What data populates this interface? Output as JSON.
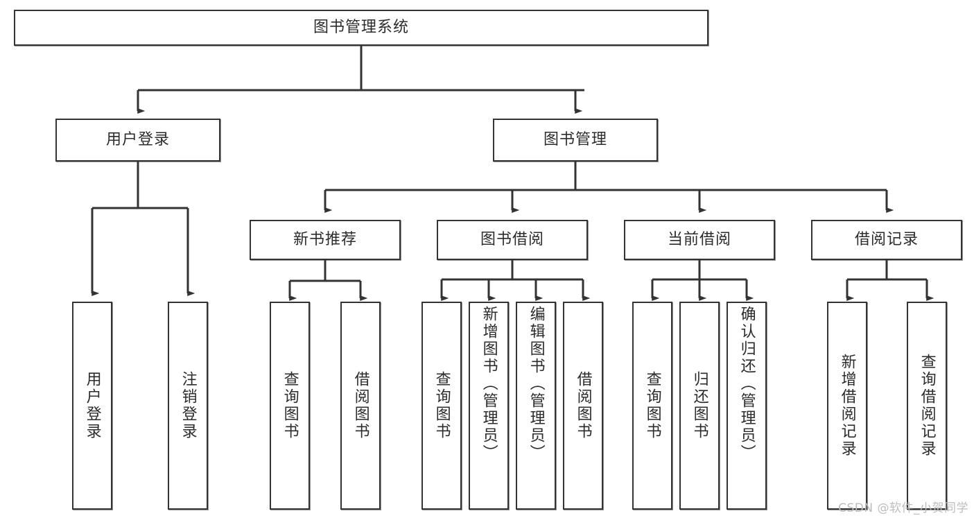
{
  "diagram": {
    "title": "图书管理系统",
    "type": "tree-hierarchy",
    "colors": {
      "box_border": "#333333",
      "box_fill": "#ffffff",
      "edge": "#333333",
      "text": "#2b2b2b",
      "watermark": "#bdbdbd",
      "background": "#ffffff"
    },
    "root": {
      "label": "图书管理系统"
    },
    "level2": [
      {
        "id": "user-login",
        "label": "用户登录"
      },
      {
        "id": "book-management",
        "label": "图书管理"
      }
    ],
    "level3": [
      {
        "id": "new-book-recommend",
        "label": "新书推荐",
        "parent": "book-management"
      },
      {
        "id": "book-borrow",
        "label": "图书借阅",
        "parent": "book-management"
      },
      {
        "id": "current-borrow",
        "label": "当前借阅",
        "parent": "book-management"
      },
      {
        "id": "borrow-record",
        "label": "借阅记录",
        "parent": "book-management"
      }
    ],
    "leaves": {
      "user-login": [
        {
          "id": "leaf-user-login",
          "label": "用户登录"
        },
        {
          "id": "leaf-user-logout",
          "label": "注销登录"
        }
      ],
      "new-book-recommend": [
        {
          "id": "leaf-query-book-1",
          "label": "查询图书"
        },
        {
          "id": "leaf-borrow-book-1",
          "label": "借阅图书"
        }
      ],
      "book-borrow": [
        {
          "id": "leaf-query-book-2",
          "label": "查询图书"
        },
        {
          "id": "leaf-add-book-admin",
          "label": "新增图书（管理员）"
        },
        {
          "id": "leaf-edit-book-admin",
          "label": "编辑图书（管理员）"
        },
        {
          "id": "leaf-borrow-book-2",
          "label": "借阅图书"
        }
      ],
      "current-borrow": [
        {
          "id": "leaf-query-book-3",
          "label": "查询图书"
        },
        {
          "id": "leaf-return-book",
          "label": "归还图书"
        },
        {
          "id": "leaf-confirm-return-admin",
          "label": "确认归还（管理员）"
        }
      ],
      "borrow-record": [
        {
          "id": "leaf-add-borrow-record",
          "label": "新增借阅记录"
        },
        {
          "id": "leaf-query-borrow-record",
          "label": "查询借阅记录"
        }
      ]
    }
  },
  "watermark": {
    "text": "CSDN @软件_小贺同学"
  }
}
